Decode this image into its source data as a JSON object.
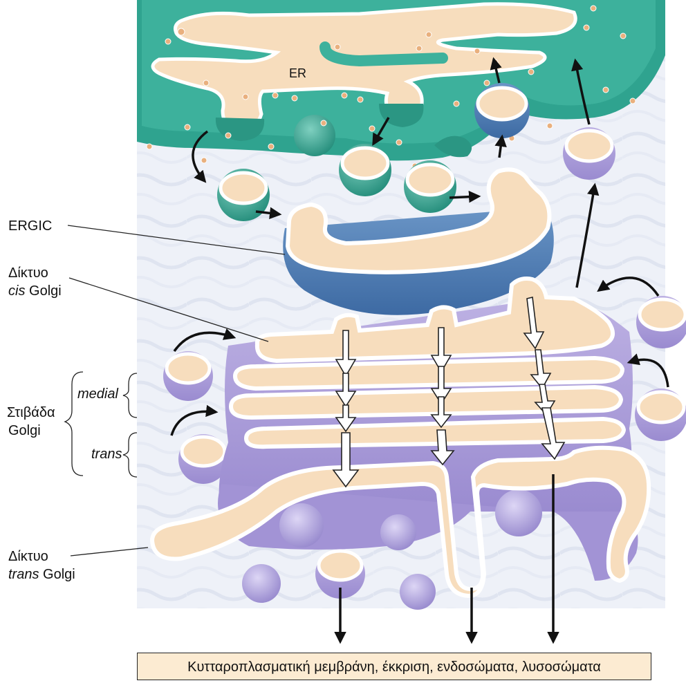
{
  "labels": {
    "er": "ER",
    "ergic": "ERGIC",
    "cis_golgi_line1": "Δίκτυο",
    "cis_golgi_prefix": "cis",
    "cis_golgi_word": "Golgi",
    "golgi_stack_line1": "Στιβάδα",
    "golgi_stack_line2": "Golgi",
    "medial": "medial",
    "trans": "trans",
    "trans_golgi_line1": "Δίκτυο",
    "trans_golgi_prefix": "trans",
    "trans_golgi_word": "Golgi"
  },
  "destination": "Κυτταροπλασματική μεμβράνη, έκκριση, ενδοσώματα, λυσοσώματα",
  "colors": {
    "er_green": "#2fa38f",
    "ergic_blue": "#4f7fb4",
    "golgi_purple": "#a89ad6",
    "lumen_cream": "#f7ddbd",
    "ribosome": "#e9b07e"
  }
}
